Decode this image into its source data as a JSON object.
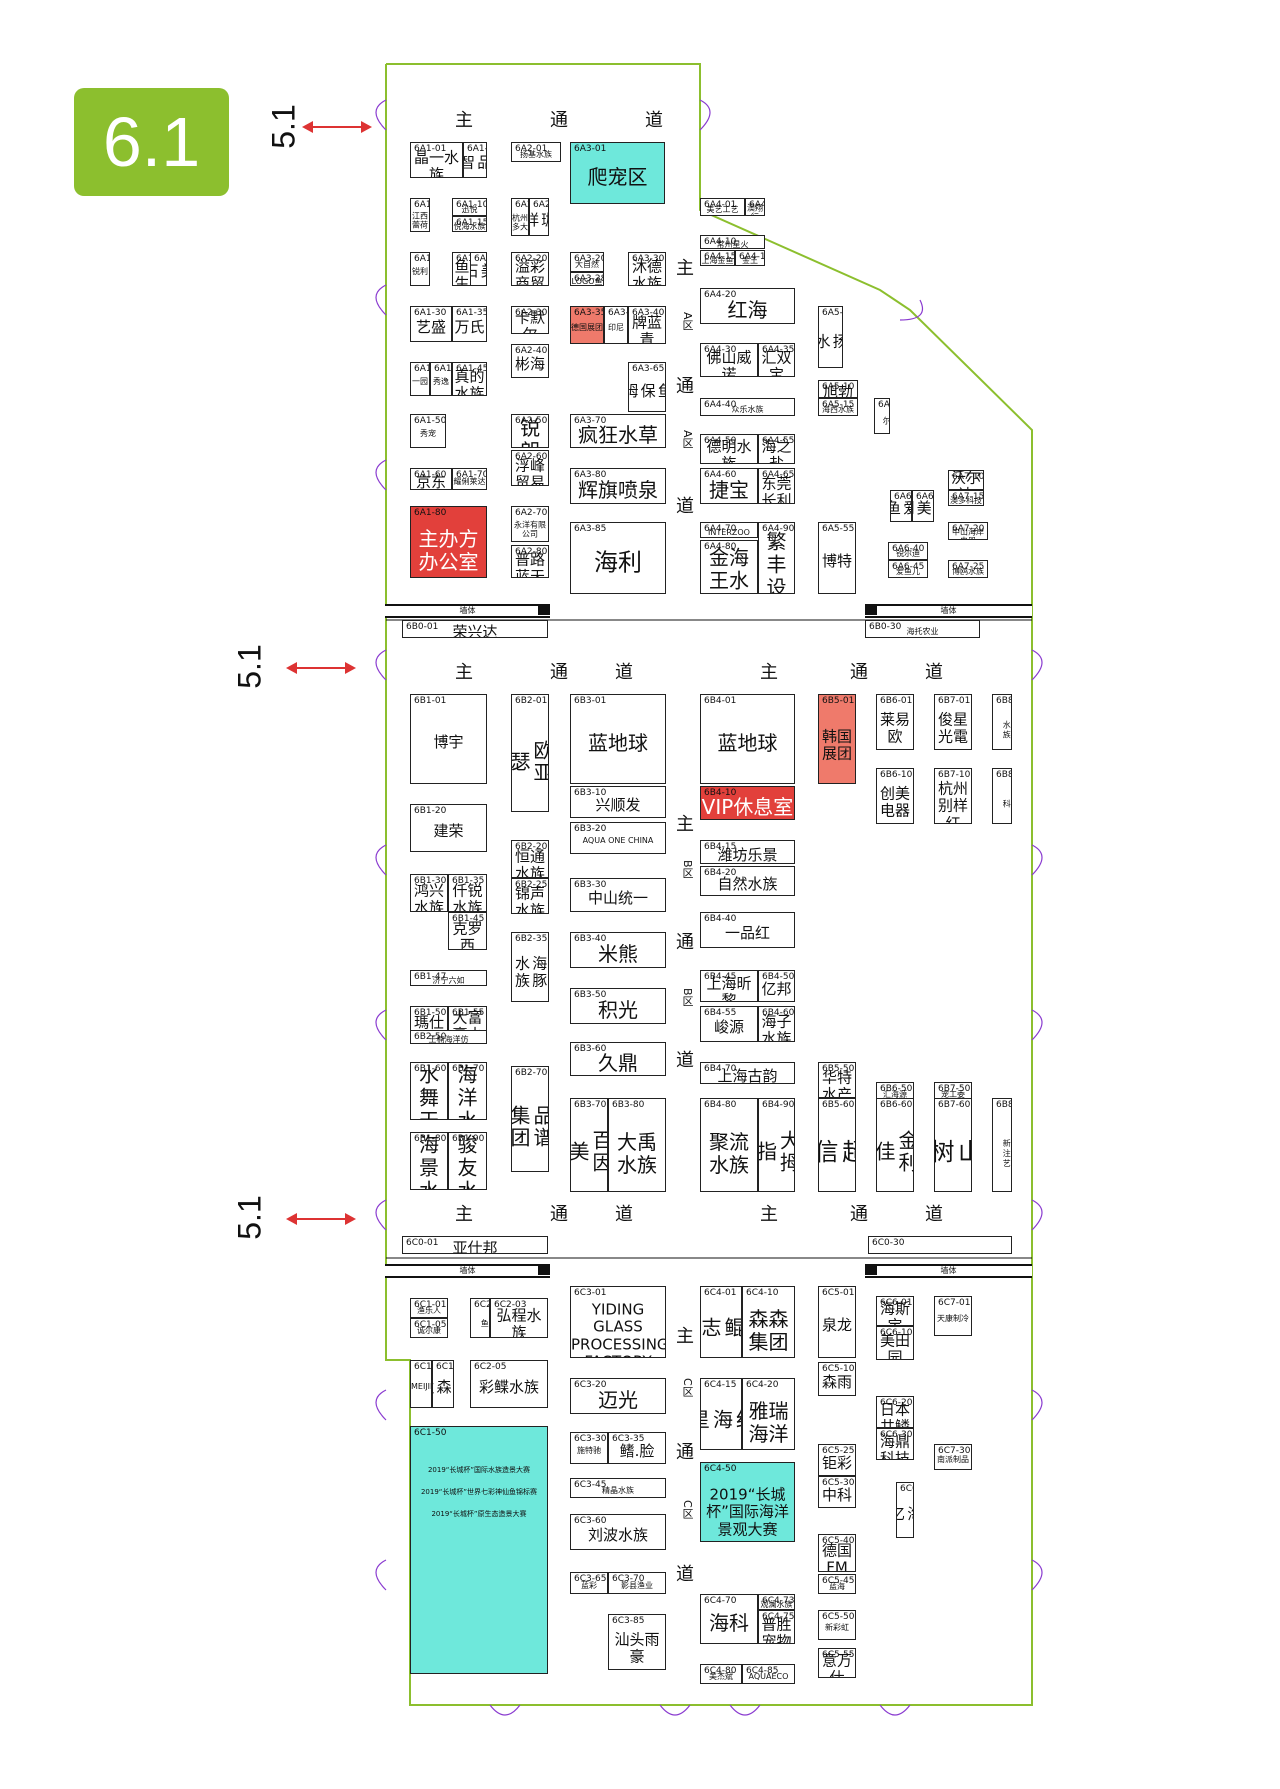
{
  "hall": "6.1",
  "connector_label": "5.1",
  "aisles": {
    "main_road": [
      "主",
      "通",
      "道"
    ],
    "main_road_vertical": [
      "主",
      "通",
      "道"
    ],
    "zone_a": "A区",
    "zone_b": "B区",
    "zone_c": "C区",
    "wall": "墙体"
  },
  "booths_top": [
    {
      "code": "6A1-01",
      "name": "晶一水族"
    },
    {
      "code": "6A1-05",
      "name": "品智"
    },
    {
      "code": "6A2-01",
      "name": "扬基水族"
    },
    {
      "code": "6A3-01",
      "name": "爬宠区"
    },
    {
      "code": "6A1-10",
      "name": "迅悦"
    },
    {
      "code": "6A1-15",
      "name": "悦海水族"
    },
    {
      "code": "6A1-11",
      "name": "江西蕾荷"
    },
    {
      "code": "6A2-10",
      "name": "杭州多大"
    },
    {
      "code": "6A2-11",
      "name": "珈祥"
    },
    {
      "code": "6A4-01",
      "name": "美艺工艺"
    },
    {
      "code": "6A4-05",
      "name": "澳翔行"
    },
    {
      "code": "6A4-10",
      "name": "常州星火"
    },
    {
      "code": "6A4-15",
      "name": "上海金鱼"
    },
    {
      "code": "6A4-18",
      "name": "金王"
    },
    {
      "code": "6A3-20",
      "name": "大自然"
    },
    {
      "code": "6A3-28",
      "name": "LOGO鱼"
    },
    {
      "code": "6A3-30",
      "name": "沐德水族"
    },
    {
      "code": "6A1-20",
      "name": "锐利"
    },
    {
      "code": "6A1-25",
      "name": "鱼趣生物"
    },
    {
      "code": "6A1-26",
      "name": "美石"
    },
    {
      "code": "6A2-20",
      "name": "溢彩商贸"
    },
    {
      "code": "6A4-20",
      "name": "红海"
    },
    {
      "code": "6A1-30",
      "name": "艺盛"
    },
    {
      "code": "6A1-35",
      "name": "万氏"
    },
    {
      "code": "6A2-30",
      "name": "卡默尔"
    },
    {
      "code": "6A3-35",
      "name": "德国展团"
    },
    {
      "code": "6A3-38",
      "name": "印尼"
    },
    {
      "code": "6A3-40",
      "name": "牌蓝青"
    },
    {
      "code": "6A2-40",
      "name": "彬海"
    },
    {
      "code": "6A4-30",
      "name": "佛山威诺"
    },
    {
      "code": "6A4-35",
      "name": "汇双宝"
    },
    {
      "code": "6A5-01",
      "name": "激扬水族"
    },
    {
      "code": "6A1-40",
      "name": "一园"
    },
    {
      "code": "6A1-41",
      "name": "秀逸"
    },
    {
      "code": "6A1-45",
      "name": "真的水族"
    },
    {
      "code": "6A3-65",
      "name": "鱼保姆"
    },
    {
      "code": "6A5-10",
      "name": "旭勃"
    },
    {
      "code": "6A5-15",
      "name": "海西水族"
    },
    {
      "code": "6A4-40",
      "name": "众乐水族"
    },
    {
      "code": "6A6-01",
      "name": "吉蓓尔"
    },
    {
      "code": "6A1-50",
      "name": "秀宠"
    },
    {
      "code": "6A2-50",
      "name": "锐朗"
    },
    {
      "code": "6A3-70",
      "name": "疯狂水草"
    },
    {
      "code": "6A4-50",
      "name": "德明水族"
    },
    {
      "code": "6A4-55",
      "name": "海之盐"
    },
    {
      "code": "6A2-60",
      "name": "浮峰贸易"
    },
    {
      "code": "6A1-60",
      "name": "京东"
    },
    {
      "code": "6A1-70",
      "name": "耀俐莱达"
    },
    {
      "code": "6A3-80",
      "name": "辉旗喷泉"
    },
    {
      "code": "6A4-60",
      "name": "捷宝"
    },
    {
      "code": "6A4-65",
      "name": "东莞长利"
    },
    {
      "code": "6A7-10",
      "name": "沃尔达"
    },
    {
      "code": "6A7-15",
      "name": "澳多科技"
    },
    {
      "code": "6A6-11",
      "name": "爱鱼"
    },
    {
      "code": "6A6-12",
      "name": "宇美明"
    },
    {
      "code": "6A1-80",
      "name": "主办方办公室"
    },
    {
      "code": "6A2-70",
      "name": "永洋有限公司"
    },
    {
      "code": "6A2-80",
      "name": "普路蓝天"
    },
    {
      "code": "6A3-85",
      "name": "海利"
    },
    {
      "code": "6A4-70",
      "name": "INTERZOO"
    },
    {
      "code": "6A4-80",
      "name": "金海王水族"
    },
    {
      "code": "6A4-90",
      "name": "繁丰设计"
    },
    {
      "code": "6A5-55",
      "name": "博特"
    },
    {
      "code": "6A6-40",
      "name": "锐尔迪"
    },
    {
      "code": "6A6-45",
      "name": "爱鱼儿"
    },
    {
      "code": "6A7-20",
      "name": "中山海岸电器"
    },
    {
      "code": "6A7-25",
      "name": "博鸥水族"
    }
  ],
  "booths_mid": [
    {
      "code": "6B0-01",
      "name": "荣兴达"
    },
    {
      "code": "6B0-30",
      "name": "海托农业"
    },
    {
      "code": "6B1-01",
      "name": "博宇"
    },
    {
      "code": "6B2-01",
      "name": "欧亚瑟"
    },
    {
      "code": "6B3-01",
      "name": "蓝地球"
    },
    {
      "code": "6B4-01",
      "name": "蓝地球"
    },
    {
      "code": "6B5-01",
      "name": "韩国展团"
    },
    {
      "code": "6B6-01",
      "name": "莱易欧"
    },
    {
      "code": "6B7-01",
      "name": "俊星光電"
    },
    {
      "code": "6B8-01",
      "name": "海腾水族"
    },
    {
      "code": "6B3-10",
      "name": "兴顺发"
    },
    {
      "code": "6B4-10",
      "name": "VIP休息室"
    },
    {
      "code": "6B6-10",
      "name": "创美电器"
    },
    {
      "code": "6B7-10",
      "name": "杭州别样红"
    },
    {
      "code": "6B8-10",
      "name": "圣大科"
    },
    {
      "code": "6B1-20",
      "name": "建荣"
    },
    {
      "code": "6B3-20",
      "name": "AQUA ONE CHINA"
    },
    {
      "code": "6B4-15",
      "name": "潍坊乐景"
    },
    {
      "code": "6B2-20",
      "name": "恒通水族"
    },
    {
      "code": "6B4-20",
      "name": "自然水族"
    },
    {
      "code": "6B1-30",
      "name": "鸿兴水族"
    },
    {
      "code": "6B1-35",
      "name": "仟锐水族"
    },
    {
      "code": "6B2-25",
      "name": "锦声水族"
    },
    {
      "code": "6B3-30",
      "name": "中山统一"
    },
    {
      "code": "6B1-45",
      "name": "克罗西"
    },
    {
      "code": "6B4-40",
      "name": "一品红"
    },
    {
      "code": "6B2-35",
      "name": "海豚水族"
    },
    {
      "code": "6B3-40",
      "name": "米熊"
    },
    {
      "code": "6B1-47",
      "name": "济宁六如"
    },
    {
      "code": "6B4-45",
      "name": "上海昕黎"
    },
    {
      "code": "6B4-50",
      "name": "亿邦"
    },
    {
      "code": "6B3-50",
      "name": "积光"
    },
    {
      "code": "6B1-50",
      "name": "瑪仕海洋"
    },
    {
      "code": "6B1-55",
      "name": "大富豪水族"
    },
    {
      "code": "6B4-55",
      "name": "峻源"
    },
    {
      "code": "6B4-60",
      "name": "海子水族"
    },
    {
      "code": "6B2-50",
      "name": "王楠海洋仿"
    },
    {
      "code": "6B3-60",
      "name": "久鼎"
    },
    {
      "code": "6B5-50",
      "name": "华特水产"
    },
    {
      "code": "6B4-70",
      "name": "上海古韵"
    },
    {
      "code": "6B1-60",
      "name": "水舞天下"
    },
    {
      "code": "6B1-70",
      "name": "海洋水族"
    },
    {
      "code": "6B2-70",
      "name": "品谱集团"
    },
    {
      "code": "6B6-50",
      "name": "汇海源"
    },
    {
      "code": "6B7-50",
      "name": "宠工委"
    },
    {
      "code": "6B3-70",
      "name": "百因美"
    },
    {
      "code": "6B3-80",
      "name": "大禹水族"
    },
    {
      "code": "6B4-80",
      "name": "聚流水族"
    },
    {
      "code": "6B4-90",
      "name": "大拇指"
    },
    {
      "code": "6B5-60",
      "name": "超信"
    },
    {
      "code": "6B6-60",
      "name": "金利佳"
    },
    {
      "code": "6B7-60",
      "name": "山树"
    },
    {
      "code": "6B8-60",
      "name": "新注艺"
    },
    {
      "code": "6B1-80",
      "name": "海景水族"
    },
    {
      "code": "6B1-90",
      "name": "骏友水族"
    }
  ],
  "booths_bottom": [
    {
      "code": "6C0-01",
      "name": "亚仕邦"
    },
    {
      "code": "6C0-30",
      "name": ""
    },
    {
      "code": "6C1-01",
      "name": "渔乐人"
    },
    {
      "code": "6C1-05",
      "name": "诚尔康"
    },
    {
      "code": "6C2-01",
      "name": "乐投鱼"
    },
    {
      "code": "6C2-03",
      "name": "弘程水族"
    },
    {
      "code": "6C3-01",
      "name": "YIDING GLASS PROCESSING FACTORY"
    },
    {
      "code": "6C4-01",
      "name": "鲲志"
    },
    {
      "code": "6C4-10",
      "name": "森森集团"
    },
    {
      "code": "6C5-01",
      "name": "泉龙"
    },
    {
      "code": "6C6-01",
      "name": "海斯宝"
    },
    {
      "code": "6C7-01",
      "name": "天康制冷"
    },
    {
      "code": "6C6-10",
      "name": "美田园"
    },
    {
      "code": "6C1-11",
      "name": "MEIJING"
    },
    {
      "code": "6C1-15",
      "name": "醉森秋"
    },
    {
      "code": "6C2-05",
      "name": "彩鲽水族"
    },
    {
      "code": "6C5-10",
      "name": "森雨"
    },
    {
      "code": "6C3-20",
      "name": "迈光"
    },
    {
      "code": "6C4-15",
      "name": "红海星"
    },
    {
      "code": "6C4-20",
      "name": "雅瑞海洋"
    },
    {
      "code": "6C6-20",
      "name": "日本共鳞"
    },
    {
      "code": "6C6-30",
      "name": "海鼎科技"
    },
    {
      "code": "6C1-50",
      "name": ""
    },
    {
      "code": "6C3-30",
      "name": "施特驰"
    },
    {
      "code": "6C3-35",
      "name": "鳍.脸"
    },
    {
      "code": "6C5-25",
      "name": "钜彩"
    },
    {
      "code": "6C4-50",
      "name": "2019“长城杯”国际海洋景观大赛"
    },
    {
      "code": "6C3-45",
      "name": "精晶水族"
    },
    {
      "code": "6C5-30",
      "name": "中科"
    },
    {
      "code": "6C7-30",
      "name": "南派制品"
    },
    {
      "code": "6C6-35",
      "name": "海亿"
    },
    {
      "code": "6C3-60",
      "name": "刘波水族"
    },
    {
      "code": "6C5-40",
      "name": "德国FM"
    },
    {
      "code": "6C3-65",
      "name": "蓝彩"
    },
    {
      "code": "6C3-70",
      "name": "影县渔业"
    },
    {
      "code": "6C5-45",
      "name": "蓝海"
    },
    {
      "code": "6C4-70",
      "name": "海科"
    },
    {
      "code": "6C4-73",
      "name": "观澜水族"
    },
    {
      "code": "6C4-75",
      "name": "普胜宠物"
    },
    {
      "code": "6C5-50",
      "name": "新彩虹"
    },
    {
      "code": "6C3-85",
      "name": "汕头雨豪"
    },
    {
      "code": "6C5-55",
      "name": "意万仕"
    },
    {
      "code": "6C4-80",
      "name": "美杰斌"
    },
    {
      "code": "6C4-85",
      "name": "AQUAECO"
    }
  ],
  "contest_6c1_50": [
    "2019“长城杯”国际水族造景大赛",
    "2019“长城杯”世界七彩神仙鱼锦标赛",
    "2019“长城杯”原生态造景大赛"
  ],
  "colors": {
    "badge": "#8cbf2e",
    "cyan_booth": "#6ee8db",
    "red_booth": "#e2403b",
    "salmon_booth": "#ef7a6b",
    "hall_outline": "#8cbf2e",
    "connector_arrow": "#d33333",
    "door_mark": "#8a3bd0"
  }
}
